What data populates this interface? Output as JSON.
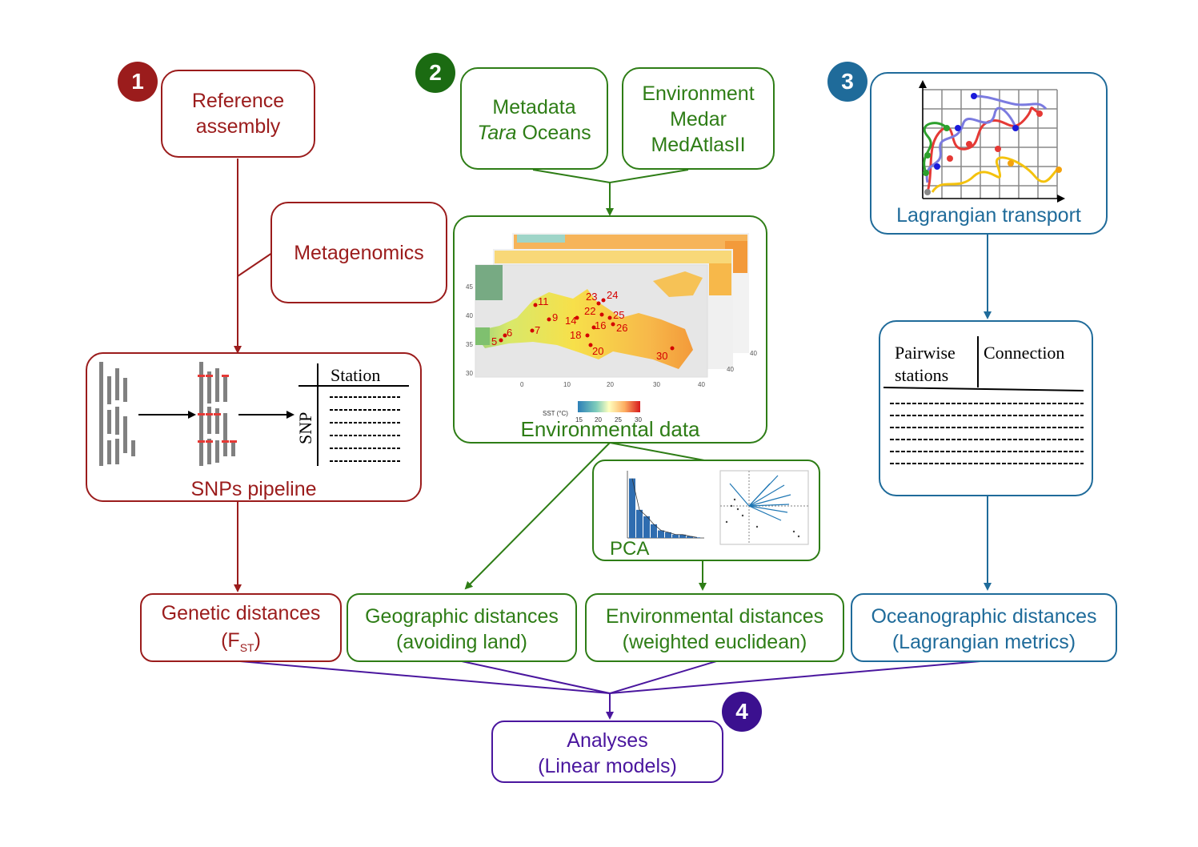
{
  "colors": {
    "red": "#9b1c1c",
    "green": "#2e7d16",
    "blue": "#1f6b9a",
    "purple": "#4a169e"
  },
  "badges": [
    "1",
    "2",
    "3",
    "4"
  ],
  "col1": {
    "reference": [
      "Reference",
      "assembly"
    ],
    "metagenomics": "Metagenomics",
    "pipeline": {
      "label": "SNPs pipeline",
      "table_col": "Station",
      "table_row": "SNP"
    },
    "genetic": [
      "Genetic distances",
      "(F",
      "ST",
      ")"
    ]
  },
  "col2": {
    "metadata": [
      "Metadata",
      "Tara",
      " Oceans"
    ],
    "environment": [
      "Environment",
      "Medar",
      "MedAtlasII"
    ],
    "env_data": {
      "label": "Environmental data",
      "legend_title": "SST (°C)",
      "legend_ticks": [
        "15",
        "20",
        "25",
        "30"
      ],
      "lat_ticks": [
        "45",
        "40",
        "35",
        "30"
      ],
      "lon_ticks": [
        "0",
        "10",
        "20",
        "30",
        "40"
      ],
      "stations": [
        "5",
        "6",
        "7",
        "9",
        "11",
        "14",
        "16",
        "18",
        "20",
        "22",
        "23",
        "24",
        "25",
        "26",
        "30"
      ]
    },
    "pca": {
      "label": "PCA",
      "scree_values": [
        40.8,
        19.3,
        14.9,
        9.4,
        5.2,
        3.9,
        2.4,
        2.3,
        1.2,
        0.4
      ]
    },
    "geographic": [
      "Geographic distances",
      "(avoiding land)"
    ],
    "environmental": [
      "Environmental distances",
      "(weighted euclidean)"
    ]
  },
  "col3": {
    "lagrangian": "Lagrangian transport",
    "table": {
      "col1": [
        "Pairwise",
        "stations"
      ],
      "col2": "Connection"
    },
    "oceanographic": [
      "Oceanographic distances",
      "(Lagrangian metrics)"
    ]
  },
  "analyses": [
    "Analyses",
    "(Linear models)"
  ]
}
